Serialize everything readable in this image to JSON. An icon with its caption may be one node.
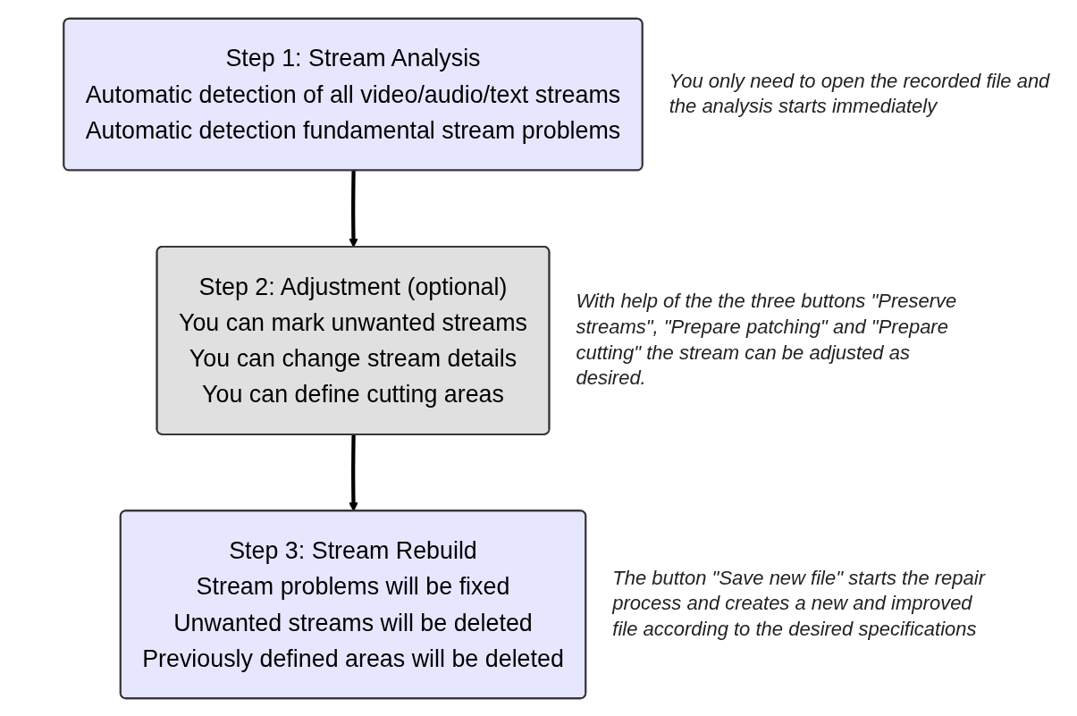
{
  "diagram": {
    "nodes": [
      {
        "text": [
          "Step 1: Stream Analysis",
          "Automatic detection of all video/audio/text streams",
          "Automatic detection fundamental stream problems"
        ],
        "beside": [
          "You only need to open the recorded file and the analysis starts immediately"
        ]
      },
      {
        "text": [
          "Step 2: Adjustment (optional)",
          "You can mark unwanted streams",
          "You can change stream details",
          "You can define cutting areas"
        ],
        "beside": [
          "With help of the the three buttons \"Preserve streams\", \"Prepare patching\" and \"Prepare cutting\" the stream can be adjusted as desired."
        ]
      },
      {
        "text": [
          "Step 3: Stream Rebuild",
          "Stream problems will be fixed",
          "Unwanted streams will be deleted",
          "Previously defined areas will be deleted"
        ],
        "beside": [
          "The button \"Save new file\" starts the repair process and creates a new and improved file according to the desired specifications"
        ]
      }
    ],
    "edges": [
      {
        "from": 0,
        "to": 1,
        "arrow": "to"
      },
      {
        "from": 1,
        "to": 2,
        "arrow": "to"
      }
    ]
  }
}
